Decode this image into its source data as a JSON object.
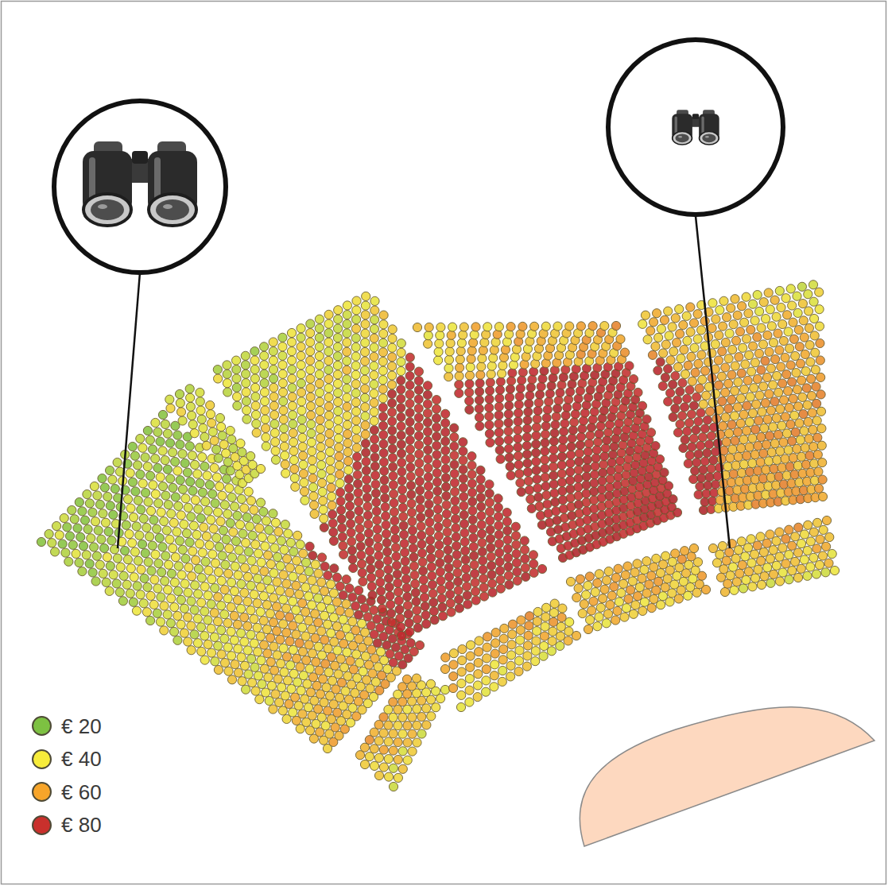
{
  "diagram": {
    "legend": [
      {
        "text": "€ 20",
        "color": "#7dc142"
      },
      {
        "text": "€ 40",
        "color": "#f7ec3a"
      },
      {
        "text": "€ 60",
        "color": "#f7a52a"
      },
      {
        "text": "€ 80",
        "color": "#c9302c"
      }
    ]
  }
}
